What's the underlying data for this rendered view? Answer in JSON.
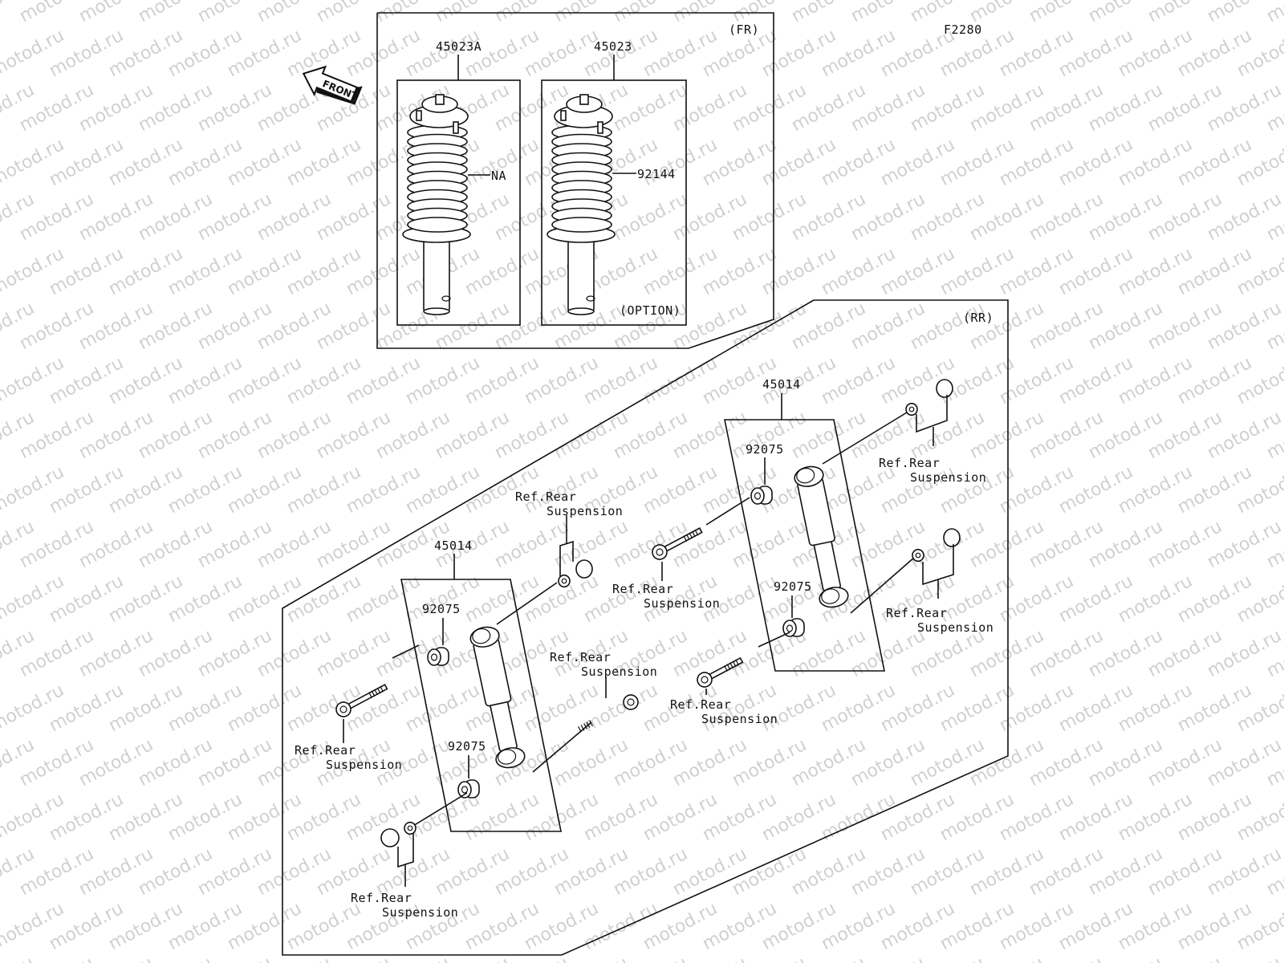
{
  "diagram": {
    "figure_code": "F2280",
    "watermark": "motod.ru",
    "front_arrow_label": "FRONT",
    "front_section": {
      "title": "(FR)",
      "assemblies": [
        {
          "part_number": "45023A",
          "spring_label": "NA"
        },
        {
          "part_number": "45023",
          "spring_label": "92144",
          "note": "(OPTION)"
        }
      ]
    },
    "rear_section": {
      "title": "(RR)",
      "ref_label_line1": "Ref.Rear",
      "ref_label_line2": "Suspension",
      "assemblies": [
        {
          "part_number": "45014",
          "bushing_top": "92075",
          "bushing_bottom": "92075"
        },
        {
          "part_number": "45014",
          "bushing_top": "92075",
          "bushing_bottom": "92075"
        }
      ]
    }
  }
}
